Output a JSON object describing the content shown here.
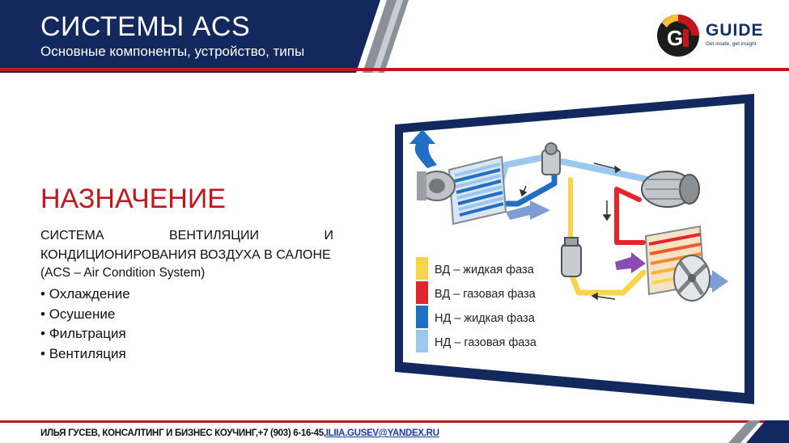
{
  "header": {
    "title": "СИСТЕМЫ ACS",
    "subtitle": "Основные компоненты, устройство, типы"
  },
  "logo": {
    "name": "GUIDE",
    "tagline": "Get inside, get insight"
  },
  "content": {
    "section_title": "НАЗНАЧЕНИЕ",
    "paragraph": "СИСТЕМА ВЕНТИЛЯЦИИ И КОНДИЦИОНИРОВАНИЯ ВОЗДУХА В САЛОНЕ",
    "paragraph_2": "(ACS – Air Condition System)",
    "bullets": [
      "Охлаждение",
      "Осушение",
      "Фильтрация",
      "Вентиляция"
    ]
  },
  "legend": [
    {
      "label": "ВД – жидкая фаза",
      "color": "#f7d54a"
    },
    {
      "label": "ВД – газовая фаза",
      "color": "#e3262b"
    },
    {
      "label": "НД – жидкая фаза",
      "color": "#1f6fc4"
    },
    {
      "label": "НД – газовая фаза",
      "color": "#9cc8ee"
    }
  ],
  "footer": {
    "text": "ИЛЬЯ ГУСЕВ, КОНСАЛТИНГ И БИЗНЕС КОУЧИНГ,+7 (903) 6-16-45,",
    "email": "ILIIA.GUSEV@YANDEX.RU"
  },
  "colors": {
    "navy": "#13285c",
    "red": "#c0171f",
    "gray": "#8a8f98"
  }
}
